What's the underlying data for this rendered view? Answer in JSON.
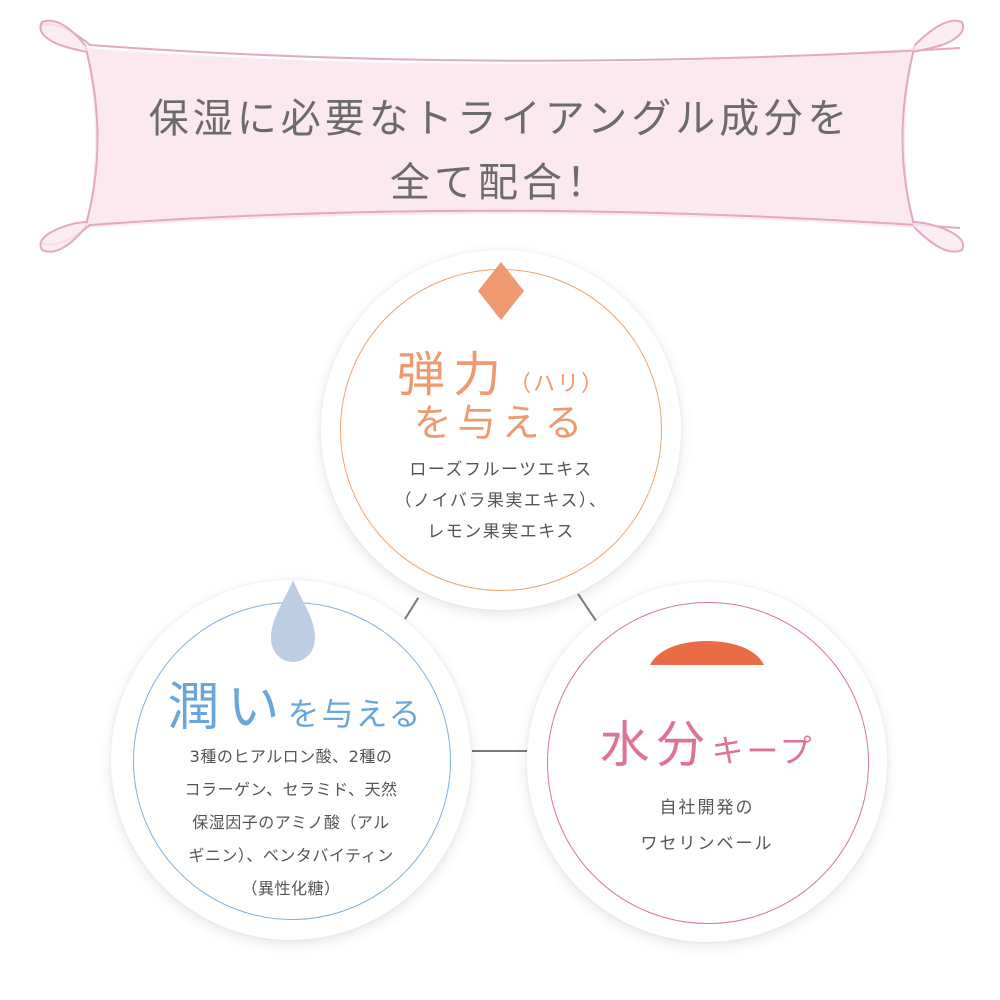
{
  "banner": {
    "line1": "保湿に必要なトライアングル成分を",
    "line2": "全て配合！",
    "fill_color": "#fbe9ef",
    "stroke_color": "#e3a9bd",
    "text_color": "#6b6b6b"
  },
  "circles": [
    {
      "id": "elasticity",
      "icon": "diamond-icon",
      "accent_color": "#ee9970",
      "ring_color": "#f0a470",
      "title_main": "弾力",
      "title_sub": "（ハリ）",
      "title_line2": "を与える",
      "lines": [
        "ローズフルーツエキス",
        "（ノイバラ果実エキス）、",
        "レモン果実エキス"
      ]
    },
    {
      "id": "moisture",
      "icon": "water-drop-icon",
      "accent_color": "#6aa6dc",
      "icon_color": "#bccde4",
      "ring_color": "#7fb0e0",
      "title_main": "潤い",
      "title_sub": "を与える",
      "lines": [
        "3種のヒアルロン酸、2種の",
        "コラーゲン、セラミド、天然",
        "保湿因子のアミノ酸（アル",
        "ギニン）、ベンタバイティン",
        "（異性化糖）"
      ]
    },
    {
      "id": "retention",
      "icon": "dome-icon",
      "accent_color": "#de7590",
      "icon_color": "#ea6c47",
      "ring_color": "#d97596",
      "title_main": "水分",
      "title_sub": "キープ",
      "lines": [
        "自社開発の",
        "ワセリンベール"
      ]
    }
  ]
}
